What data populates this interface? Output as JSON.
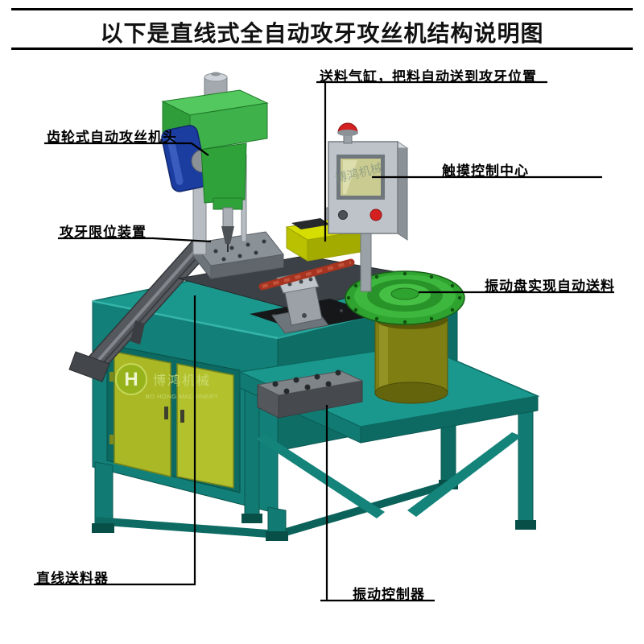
{
  "title": "以下是直线式全自动攻牙攻丝机结构说明图",
  "labels": {
    "feed_cylinder": "送料气缸，把料自动送到攻牙位置",
    "tapping_head": "齿轮式自动攻丝机头",
    "touch_control": "触摸控制中心",
    "limit_device": "攻牙限位装置",
    "vibration_bowl": "振动盘实现自动送料",
    "linear_feeder": "直线送料器",
    "vibration_controller": "振动控制器"
  },
  "watermark": {
    "logo_letter": "H",
    "brand_cn": "博鸿机械",
    "brand_en": "BO HONG MACHINERY"
  },
  "colors": {
    "machine_teal": "#1b988d",
    "head_green": "#3eb14b",
    "motor_blue": "#1c3da0",
    "door_yellow": "#aab826",
    "bowl_green": "#2fa32f",
    "bowl_base_olive": "#7e7e12",
    "panel_gray": "#bdc3c8",
    "alarm_red": "#d42020",
    "rod_red": "#a63421",
    "line_black": "#000000"
  }
}
